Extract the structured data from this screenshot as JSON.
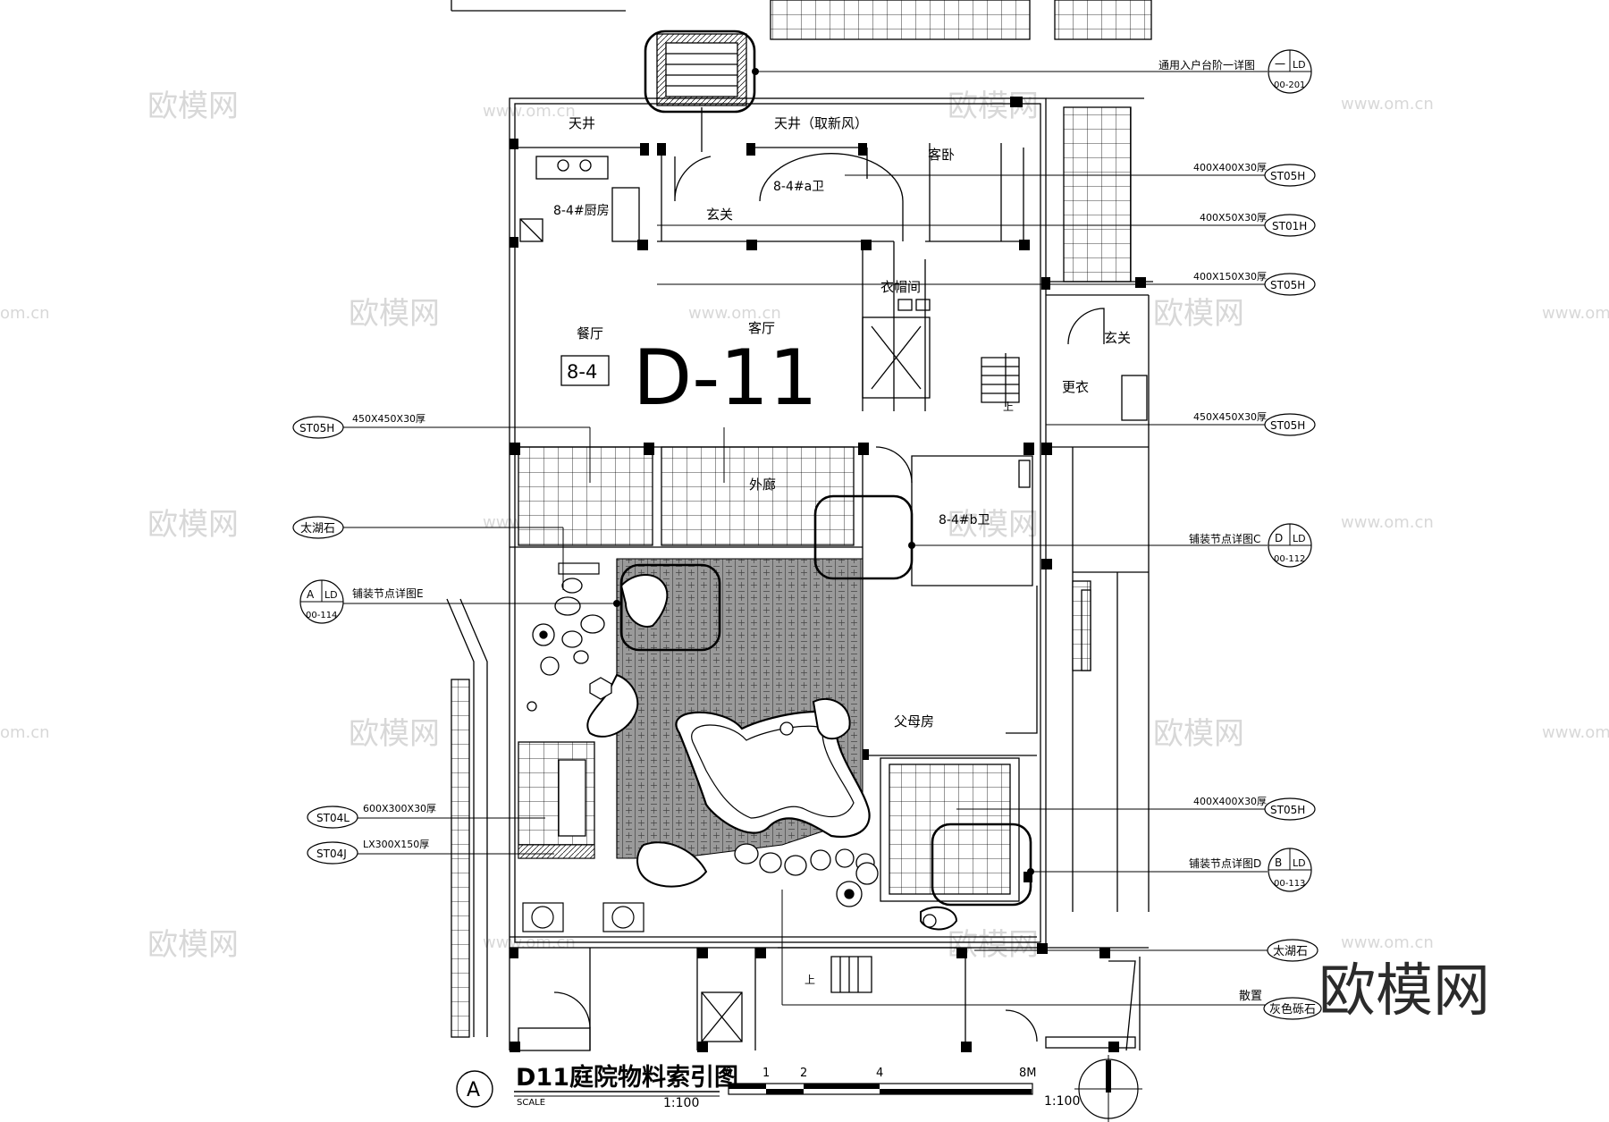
{
  "rooms": {
    "tianjing": "天井",
    "tianjing_air": "天井（取新风）",
    "guest_bedroom": "客卧",
    "kitchen": "8-4#厨房",
    "bath_a": "8-4#a卫",
    "foyer": "玄关",
    "cloakroom": "衣帽间",
    "dining": "餐厅",
    "living": "客厅",
    "unit_badge": "8-4",
    "block_title": "D-11",
    "foyer_right": "玄关",
    "changing": "更衣",
    "corridor": "外廊",
    "bath_b": "8-4#b卫",
    "parents_room": "父母房",
    "up_mark": "上"
  },
  "left_callouts": [
    {
      "code": "ST05H",
      "spec": "450X450X30厚"
    },
    {
      "label": "太湖石"
    },
    {
      "ref_letter": "A",
      "ref_sheet": "LD",
      "ref_no": "00-114",
      "label": "铺装节点详图E"
    },
    {
      "code": "ST04L",
      "spec": "600X300X30厚"
    },
    {
      "code": "ST04J",
      "spec": "LX300X150厚"
    }
  ],
  "right_callouts": [
    {
      "ref_letter": "一",
      "ref_sheet": "LD",
      "ref_no": "00-201",
      "label": "通用入户台阶一详图"
    },
    {
      "code": "ST05H",
      "spec": "400X400X30厚"
    },
    {
      "code": "ST01H",
      "spec": "400X50X30厚"
    },
    {
      "code": "ST05H",
      "spec": "400X150X30厚"
    },
    {
      "code": "ST05H",
      "spec": "450X450X30厚"
    },
    {
      "ref_letter": "D",
      "ref_sheet": "LD",
      "ref_no": "00-112",
      "label": "铺装节点详图C"
    },
    {
      "code": "ST05H",
      "spec": "400X400X30厚"
    },
    {
      "ref_letter": "B",
      "ref_sheet": "LD",
      "ref_no": "00-113",
      "label": "铺装节点详图D"
    },
    {
      "label": "太湖石"
    },
    {
      "pre": "散置",
      "label": "灰色砾石"
    }
  ],
  "title_block": {
    "letter": "A",
    "title": "D11庭院物料索引图",
    "scale_word": "SCALE",
    "scale_left": "1:100",
    "scale_right": "1:100",
    "ticks": [
      "0",
      "1",
      "2",
      "4",
      "8M"
    ]
  },
  "watermark": {
    "brand": "欧模网",
    "url": "www.om.cn",
    "url_short": "om.cn"
  }
}
